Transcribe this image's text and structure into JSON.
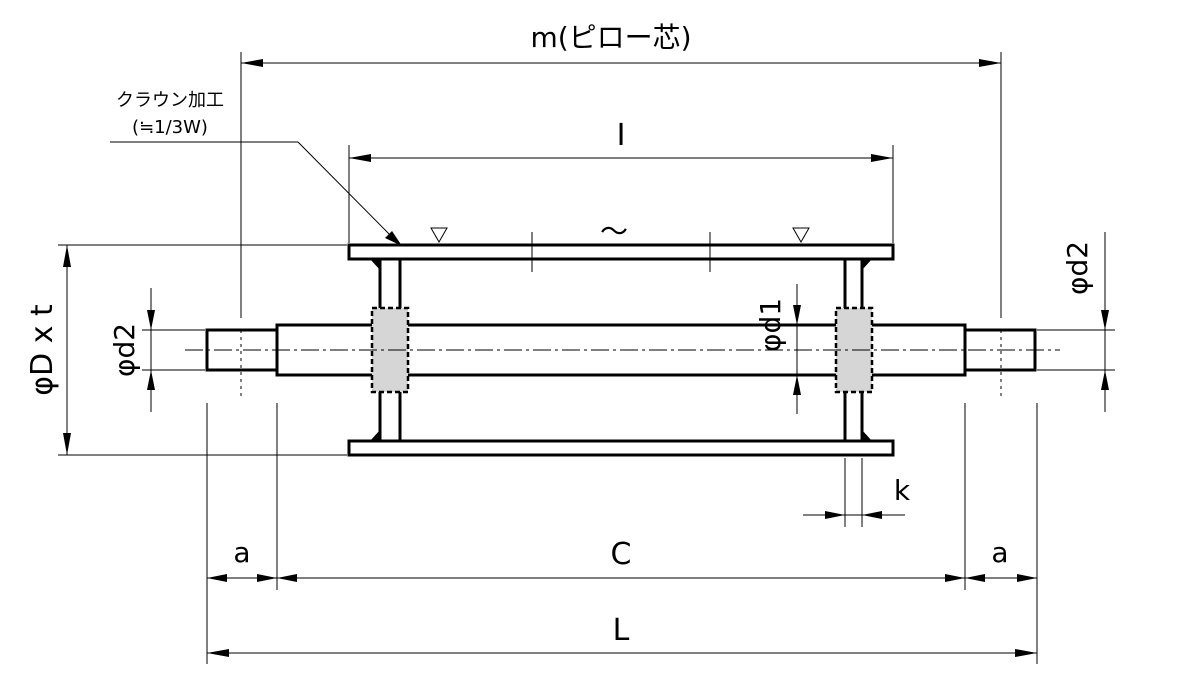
{
  "labels": {
    "m": "m(ピロー芯)",
    "crown_line1": "クラウン加工",
    "crown_line2": "(≒1/3W)",
    "I": "I",
    "wave": "～",
    "phi_D_t": "φD x t",
    "phi_d2_left": "φd2",
    "phi_d1": "φd1",
    "phi_d2_right": "φd2",
    "k": "k",
    "a_left": "a",
    "C": "C",
    "a_right": "a",
    "L": "L"
  }
}
